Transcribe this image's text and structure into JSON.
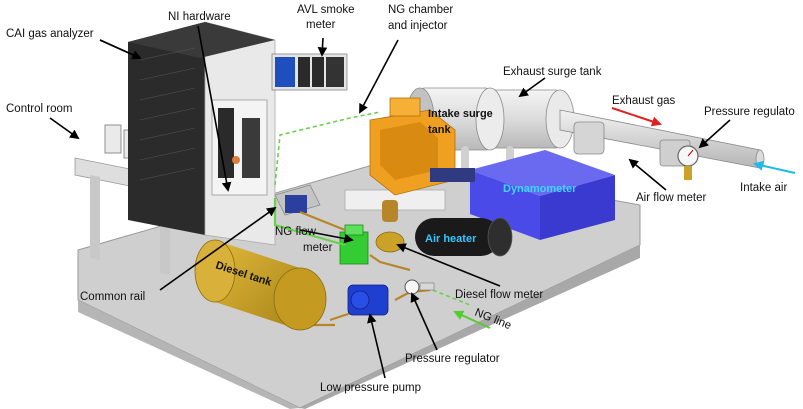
{
  "labels": {
    "cai": "CAI gas analyzer",
    "ni": "NI hardware",
    "avl_1": "AVL smoke",
    "avl_2": "meter",
    "ngch_1": "NG chamber",
    "ngch_2": "and injector",
    "exhaust_tank": "Exhaust surge tank",
    "exhaust_gas": "Exhaust gas",
    "pressure_regulator_top": "Pressure regulato",
    "control_room": "Control room",
    "intake_tank_1": "Intake surge",
    "intake_tank_2": "tank",
    "dynamometer": "Dynamometer",
    "air_flow_meter": "Air flow meter",
    "intake_air": "Intake air",
    "air_heater": "Air heater",
    "ng_flow_1": "NG flow",
    "ng_flow_2": "meter",
    "diesel_tank": "Diesel tank",
    "common_rail": "Common rail",
    "diesel_flow_meter": "Diesel flow meter",
    "ng_line": "NG line",
    "pressure_regulator_bottom": "Pressure regulator",
    "low_pressure_pump": "Low pressure pump"
  },
  "colors": {
    "floor": "#cfcfcf",
    "floor_edge": "#9a9a9a",
    "cabinet_dark": "#2b2b2b",
    "cabinet_light": "#e9e9e9",
    "tank_gray": "#dcdcdc",
    "diesel_tank": "#c9a227",
    "engine": "#f0a020",
    "dynamometer": "#4a4ae8",
    "dynamometer_text": "#3ad7ff",
    "air_heater": "#1a1a1a",
    "air_heater_text": "#39c6ff",
    "ng_flow": "#33cc33",
    "pump": "#1f3fd0",
    "exhaust_arrow": "#e02020",
    "intake_arrow": "#22b8e8",
    "ng_arrow": "#55cc33",
    "fuel_line": "#b8862a",
    "ng_dash": "#6ad04a"
  }
}
